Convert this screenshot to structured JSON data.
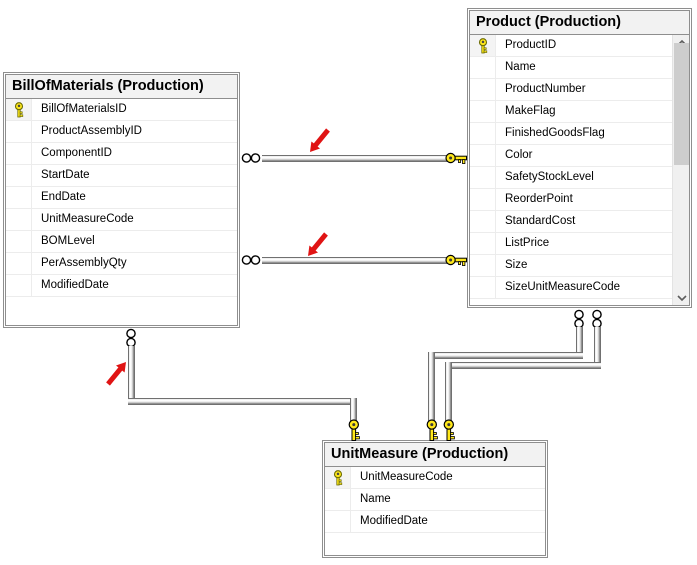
{
  "tables": [
    {
      "name": "BillOfMaterials (Production)",
      "columns": [
        {
          "name": "BillOfMaterialsID",
          "pk": true
        },
        {
          "name": "ProductAssemblyID",
          "pk": false
        },
        {
          "name": "ComponentID",
          "pk": false
        },
        {
          "name": "StartDate",
          "pk": false
        },
        {
          "name": "EndDate",
          "pk": false
        },
        {
          "name": "UnitMeasureCode",
          "pk": false
        },
        {
          "name": "BOMLevel",
          "pk": false
        },
        {
          "name": "PerAssemblyQty",
          "pk": false
        },
        {
          "name": "ModifiedDate",
          "pk": false
        }
      ]
    },
    {
      "name": "Product (Production)",
      "columns": [
        {
          "name": "ProductID",
          "pk": true
        },
        {
          "name": "Name",
          "pk": false
        },
        {
          "name": "ProductNumber",
          "pk": false
        },
        {
          "name": "MakeFlag",
          "pk": false
        },
        {
          "name": "FinishedGoodsFlag",
          "pk": false
        },
        {
          "name": "Color",
          "pk": false
        },
        {
          "name": "SafetyStockLevel",
          "pk": false
        },
        {
          "name": "ReorderPoint",
          "pk": false
        },
        {
          "name": "StandardCost",
          "pk": false
        },
        {
          "name": "ListPrice",
          "pk": false
        },
        {
          "name": "Size",
          "pk": false
        },
        {
          "name": "SizeUnitMeasureCode",
          "pk": false
        }
      ],
      "scrollable": true
    },
    {
      "name": "UnitMeasure (Production)",
      "columns": [
        {
          "name": "UnitMeasureCode",
          "pk": true
        },
        {
          "name": "Name",
          "pk": false
        },
        {
          "name": "ModifiedDate",
          "pk": false
        }
      ]
    }
  ],
  "relationships": [
    {
      "from": "BillOfMaterials (Production)",
      "to": "Product (Production)",
      "from_end": "many (infinity)",
      "to_end": "one (key)"
    },
    {
      "from": "BillOfMaterials (Production)",
      "to": "Product (Production)",
      "from_end": "many (infinity)",
      "to_end": "one (key)"
    },
    {
      "from": "BillOfMaterials (Production)",
      "to": "UnitMeasure (Production)",
      "from_end": "many (infinity)",
      "to_end": "one (key)"
    },
    {
      "from": "Product (Production)",
      "to": "UnitMeasure (Production)",
      "from_end": "many (infinity)",
      "to_end": "one (key)"
    },
    {
      "from": "Product (Production)",
      "to": "UnitMeasure (Production)",
      "from_end": "many (infinity)",
      "to_end": "one (key)"
    }
  ],
  "annotations": {
    "red_arrows": 3,
    "description": "red pointer arrows highlighting three relationship lines"
  },
  "icons": {
    "primary-key-icon": "yellow key glyph",
    "relationship-key-end-icon": "yellow key glyph",
    "relationship-many-end-icon": "infinity (two circles)",
    "scrollbar-up-icon": "chevron-up",
    "scrollbar-down-icon": "chevron-down"
  },
  "colors": {
    "background": "#ffffff",
    "table_border": "#8e8e8e",
    "table_header_bg": "#f2f2f2",
    "row_separator": "#ececec",
    "key_yellow": "#ffe81a",
    "connector_gray": "#707070",
    "arrow_red": "#e01414",
    "scrollbar_track": "#f0f0f0",
    "scrollbar_thumb": "#cdcdcd"
  }
}
